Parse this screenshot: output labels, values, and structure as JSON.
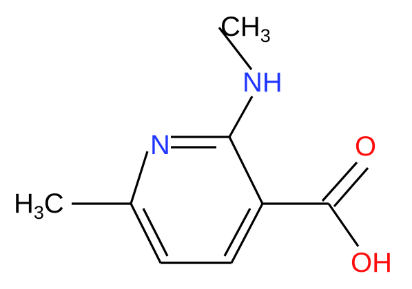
{
  "molecule": {
    "atoms": {
      "methyl_on_amine": {
        "symbol": "CH",
        "subscript": "3",
        "color": "#000000"
      },
      "amine": {
        "symbol": "NH",
        "color": "#1f35ff"
      },
      "ring_nitrogen": {
        "symbol": "N",
        "color": "#1f35ff"
      },
      "carbonyl_oxygen": {
        "symbol": "O",
        "color": "#ff0d0d"
      },
      "ring_methyl": {
        "prefix": "H",
        "subscript": "3",
        "suffix": "C",
        "color": "#000000"
      },
      "hydroxyl": {
        "symbol": "OH",
        "color": "#ff0d0d"
      }
    }
  }
}
